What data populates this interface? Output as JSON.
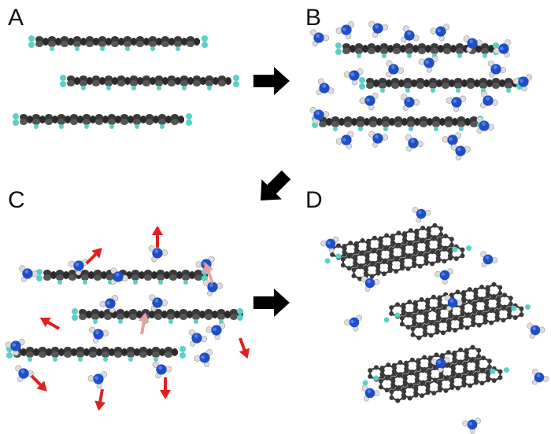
{
  "panels": [
    {
      "label": "A",
      "state": "stacked graphene sheets"
    },
    {
      "label": "B",
      "state": "sheets with intercalated ammonia molecules"
    },
    {
      "label": "C",
      "state": "ammonia molecules moving outward between sheets"
    },
    {
      "label": "D",
      "state": "exfoliated separated graphene sheets"
    }
  ],
  "colors": {
    "carbon": "#3a3a3a",
    "edge_hydrogen": "#5ad0c6",
    "nitrogen": "#1f4fc4",
    "molecule_hydrogen": "#dcdcdc",
    "arrow": "#000000",
    "motion_arrow": "#e02020",
    "motion_arrow_faint": "#e8a0a0"
  },
  "icons": [
    "right-arrow-icon",
    "down-left-arrow-icon",
    "motion-arrow-icon",
    "graphene-sheet-icon",
    "ammonia-molecule-icon"
  ]
}
